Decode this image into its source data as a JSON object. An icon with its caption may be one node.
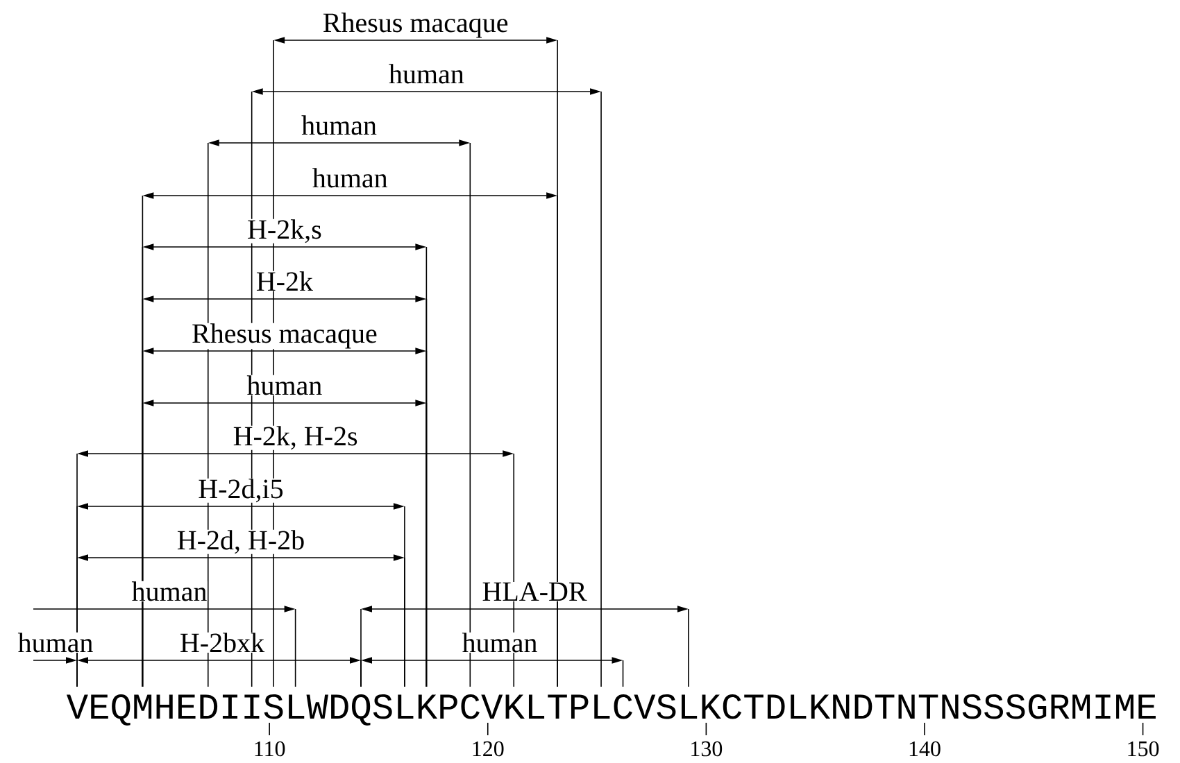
{
  "diagram": {
    "labels": [
      "Rhesus macaque",
      "human",
      "human",
      "human",
      "H-2k,s",
      "H-2k",
      "Rhesus macaque",
      "human",
      "H-2k, H-2s",
      "H-2d,i5",
      "H-2d, H-2b",
      "human",
      "HLA-DR",
      "human",
      "H-2bxk",
      "human",
      "VEQMHEDIISLWDQSLKPCVKLTPLCVSLKCTDLKNDTNTNSSSGRMIME",
      "110",
      "120",
      "130",
      "140",
      "150"
    ]
  }
}
